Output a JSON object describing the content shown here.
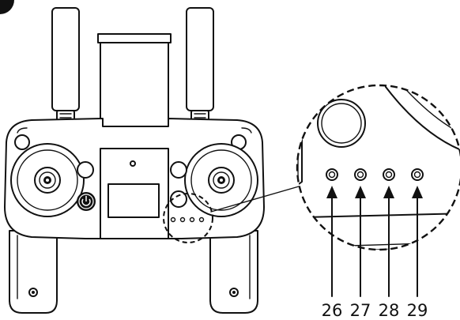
{
  "diagram": {
    "callouts": [
      {
        "id": "26",
        "label": "26"
      },
      {
        "id": "27",
        "label": "27"
      },
      {
        "id": "28",
        "label": "28"
      },
      {
        "id": "29",
        "label": "29"
      }
    ]
  }
}
